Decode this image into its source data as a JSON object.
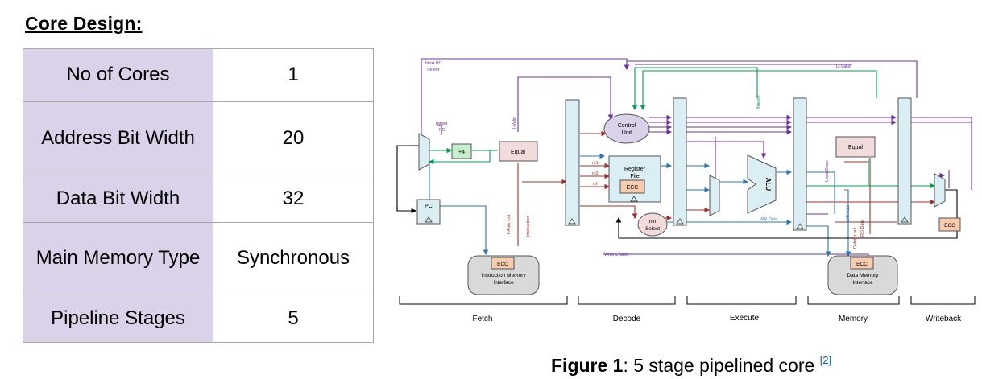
{
  "heading": "Core Design:",
  "spec_table": [
    {
      "key": "No of Cores",
      "value": "1"
    },
    {
      "key": "Address Bit Width",
      "value": "20"
    },
    {
      "key": "Data Bit Width",
      "value": "32"
    },
    {
      "key": "Main Memory Type",
      "value": "Synchronous"
    },
    {
      "key": "Pipeline Stages",
      "value": "5"
    }
  ],
  "diagram": {
    "blocks": {
      "pc": "PC",
      "plus4": "+4",
      "equal_fetch": "Equal",
      "control_unit_1": "Control",
      "control_unit_2": "Unit",
      "register_file_1": "Register",
      "register_file_2": "File",
      "ecc_regfile": "ECC",
      "imm_select_1": "Imm",
      "imm_select_2": "Select",
      "alu": "ALU",
      "equal_memory": "Equal",
      "ecc_writeback": "ECC",
      "ecc_imem": "ECC",
      "imem_1": "Instruction Memory",
      "imem_2": "Interface",
      "ecc_dmem": "ECC",
      "dmem_1": "Data Memory",
      "dmem_2": "Interface"
    },
    "signals": {
      "next_pc_1": "Next PC",
      "next_pc_2": "Select",
      "target_pc_1": "Target",
      "target_pc_2": "PC",
      "i_valid": "I-Valid",
      "d_valid": "D-Valid",
      "branch": "Branch",
      "load_store": "Load/Store",
      "rs1": "rs1",
      "rs2": "rs2",
      "rd": "rd",
      "i_addr_out": "I-Addr out",
      "instruction": "Instruction",
      "wr_data": "WR Data",
      "write_enable": "Write Enable",
      "wr_addr": "WR Addr",
      "d_addr_out": "D-Addr out",
      "rd_data": "RD Data"
    },
    "stages": [
      "Fetch",
      "Decode",
      "Execute",
      "Memory",
      "Writeback"
    ]
  },
  "caption": {
    "label": "Figure 1",
    "text": ": 5 stage pipelined core ",
    "ref": "[2]"
  },
  "colors": {
    "table_key_bg": "#d9d2e9",
    "purple_wire": "#7030a0",
    "green_wire": "#00a050",
    "red_wire": "#a0302a",
    "blue_wire": "#2e75b6",
    "pipeline_reg": "#dbeef3",
    "ecc_box": "#f8cbad"
  }
}
